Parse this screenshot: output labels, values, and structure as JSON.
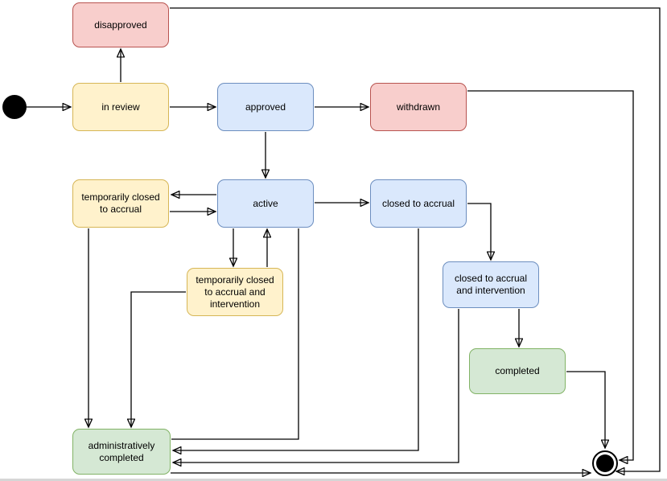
{
  "diagram": {
    "type": "state-machine",
    "states": [
      {
        "id": "disapproved",
        "label": "disapproved",
        "color": "red"
      },
      {
        "id": "in-review",
        "label": "in review",
        "color": "yellow"
      },
      {
        "id": "approved",
        "label": "approved",
        "color": "blue"
      },
      {
        "id": "withdrawn",
        "label": "withdrawn",
        "color": "red"
      },
      {
        "id": "temporarily-closed-to-accrual",
        "label": "temporarily closed to accrual",
        "color": "yellow"
      },
      {
        "id": "active",
        "label": "active",
        "color": "blue"
      },
      {
        "id": "closed-to-accrual",
        "label": "closed to accrual",
        "color": "blue"
      },
      {
        "id": "temporarily-closed-to-accrual-and-intervention",
        "label": "temporarily closed to accrual and intervention",
        "color": "yellow"
      },
      {
        "id": "closed-to-accrual-and-intervention",
        "label": "closed to accrual and intervention",
        "color": "blue"
      },
      {
        "id": "completed",
        "label": "completed",
        "color": "green"
      },
      {
        "id": "administratively-completed",
        "label": "administratively completed",
        "color": "green"
      }
    ],
    "nodes": {
      "start": "initial-state",
      "end": "final-state"
    },
    "transitions": [
      {
        "from": "start",
        "to": "in review"
      },
      {
        "from": "in review",
        "to": "disapproved"
      },
      {
        "from": "in review",
        "to": "approved"
      },
      {
        "from": "approved",
        "to": "withdrawn"
      },
      {
        "from": "approved",
        "to": "active"
      },
      {
        "from": "active",
        "to": "temporarily closed to accrual"
      },
      {
        "from": "temporarily closed to accrual",
        "to": "active"
      },
      {
        "from": "active",
        "to": "closed to accrual"
      },
      {
        "from": "active",
        "to": "temporarily closed to accrual and intervention"
      },
      {
        "from": "temporarily closed to accrual and intervention",
        "to": "active"
      },
      {
        "from": "closed to accrual",
        "to": "closed to accrual and intervention"
      },
      {
        "from": "closed to accrual and intervention",
        "to": "completed"
      },
      {
        "from": "temporarily closed to accrual",
        "to": "administratively completed"
      },
      {
        "from": "temporarily closed to accrual and intervention",
        "to": "administratively completed"
      },
      {
        "from": "active",
        "to": "administratively completed"
      },
      {
        "from": "closed to accrual",
        "to": "administratively completed"
      },
      {
        "from": "closed to accrual and intervention",
        "to": "administratively completed"
      },
      {
        "from": "administratively completed",
        "to": "end"
      },
      {
        "from": "completed",
        "to": "end"
      },
      {
        "from": "withdrawn",
        "to": "end"
      },
      {
        "from": "disapproved",
        "to": "end"
      }
    ],
    "colors": {
      "yellow_fill": "#FFF2CC",
      "yellow_border": "#D6B656",
      "blue_fill": "#DAE8FC",
      "blue_border": "#6C8EBF",
      "red_fill": "#F8CECC",
      "red_border": "#B85450",
      "green_fill": "#D5E8D4",
      "green_border": "#82B366",
      "edge": "#000000",
      "background": "#FFFFFF"
    }
  }
}
